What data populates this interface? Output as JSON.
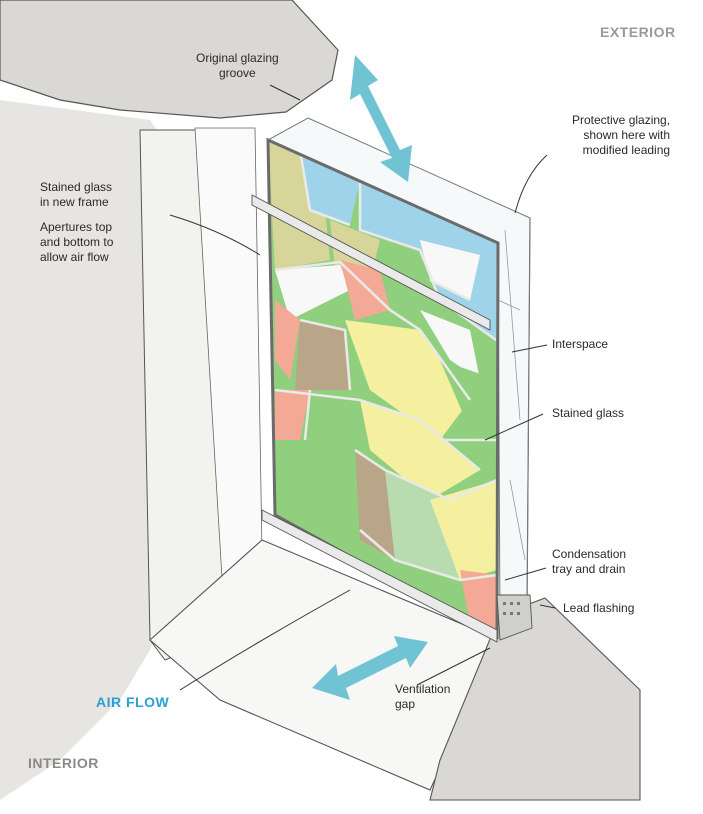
{
  "labels": {
    "exterior": "EXTERIOR",
    "interior": "INTERIOR",
    "air_flow": "AIR FLOW",
    "original_glazing_groove": [
      "Original glazing",
      "groove"
    ],
    "protective_glazing": [
      "Protective glazing,",
      "shown here with",
      "modified leading"
    ],
    "stained_glass_new_frame": [
      "Stained glass",
      "in new frame"
    ],
    "apertures": [
      "Apertures top",
      "and bottom to",
      "allow air flow"
    ],
    "interspace": [
      "Interspace"
    ],
    "stained_glass": [
      "Stained glass"
    ],
    "condensation_tray": [
      "Condensation",
      "tray and drain"
    ],
    "lead_flashing": [
      "Lead flashing"
    ],
    "ventilation_gap": [
      "Ventilation",
      "gap"
    ]
  },
  "colors": {
    "exterior_text": "#9a9a9a",
    "interior_text": "#8a8a8a",
    "air_flow_text": "#2a9fd6",
    "arrow": "#6fc3d3",
    "stone": "#d9d8d4",
    "stone_dark": "#bdbcb7",
    "glass_blue": "#9fd3ea",
    "glass_green": "#8fcf7e",
    "glass_light_green": "#b8dcb0",
    "glass_yellow": "#f4f0a0",
    "glass_pink": "#f3a995",
    "glass_brown": "#b9a689",
    "glass_white": "#f8f8f8",
    "glass_olive": "#d8d59b"
  }
}
